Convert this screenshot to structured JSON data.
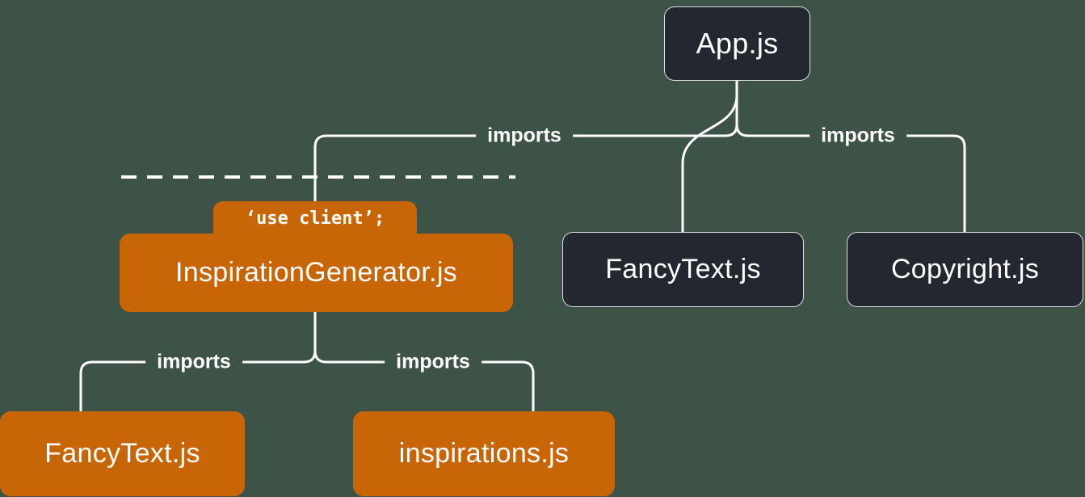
{
  "page": {
    "background": "#3e5348"
  },
  "colors": {
    "server_node_fill": "#23272f",
    "server_node_border": "#ffffff",
    "client_node_fill": "#c76507",
    "connector_line": "#ffffff",
    "text": "#ffffff"
  },
  "nodes": {
    "app": {
      "label": "App.js",
      "variant": "server"
    },
    "inspiration_generator": {
      "label": "InspirationGenerator.js",
      "variant": "client",
      "directive": "‘use client’;"
    },
    "fancytext_server": {
      "label": "FancyText.js",
      "variant": "server"
    },
    "copyright": {
      "label": "Copyright.js",
      "variant": "server"
    },
    "fancytext_client": {
      "label": "FancyText.js",
      "variant": "client"
    },
    "inspirations": {
      "label": "inspirations.js",
      "variant": "client"
    }
  },
  "edges": [
    {
      "from": "App.js",
      "to": "InspirationGenerator.js",
      "label": "imports"
    },
    {
      "from": "App.js",
      "to": "FancyText.js",
      "label": ""
    },
    {
      "from": "App.js",
      "to": "Copyright.js",
      "label": "imports"
    },
    {
      "from": "InspirationGenerator.js",
      "to": "FancyText.js",
      "label": "imports"
    },
    {
      "from": "InspirationGenerator.js",
      "to": "inspirations.js",
      "label": "imports"
    }
  ],
  "boundary": {
    "meaning": "client boundary dashed line"
  }
}
